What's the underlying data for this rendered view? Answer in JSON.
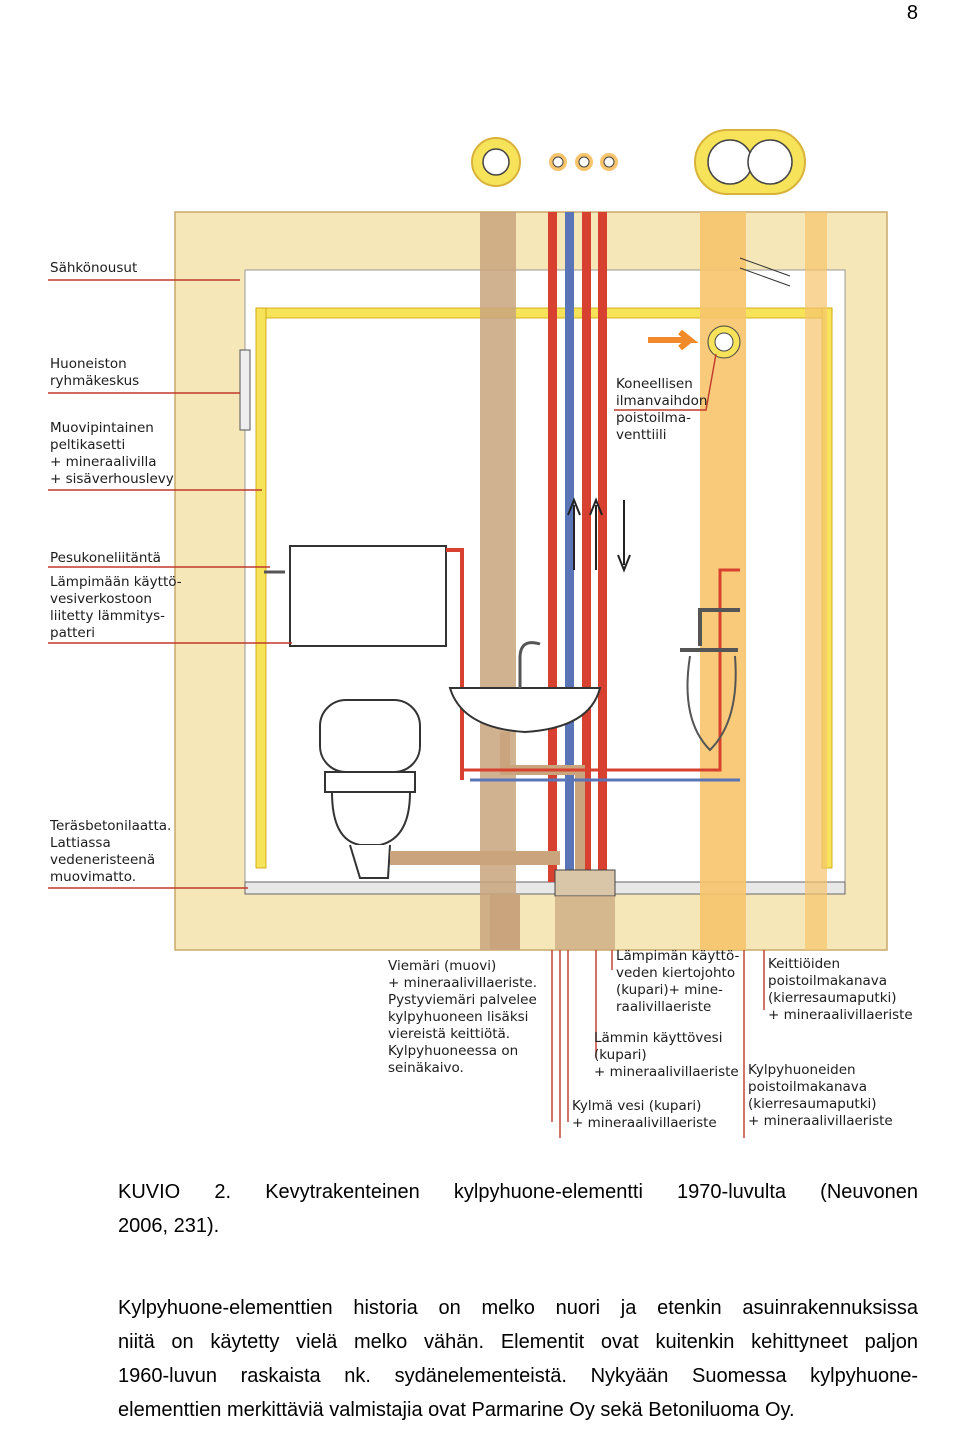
{
  "page_number": "8",
  "figure": {
    "labels": {
      "sahkonousut": "Sähkönousut",
      "ryhmakeskus": "Huoneiston\nryhmäkeskus",
      "peltikasetti": "Muovipintainen\npeltikasetti\n+ mineraalivilla\n+ sisäverhouslevy",
      "pesukone": "Pesukoneliitäntä",
      "lampimaan": "Lämpimään käyttö-\nvesiverkostoon\nliitetty lämmitys-\npatteri",
      "terasbetoni": "Teräsbetonilaatta.\nLattiassa\nvedeneristeenä\nmuovimatto.",
      "koneellisen": "Koneellisen\nilmanvaihdon\npoistoilma-\nventtiili",
      "viemari": "Viemäri (muovi)\n+ mineraalivillaeriste.\nPystyviemäri palvelee\nkylpyhuoneen lisäksi\nviereistä keittiötä.\nKylpyhuoneessa on\nseinäkaivo.",
      "kiertojohto": "Lämpimän käyttö-\nveden kiertojohto\n(kupari)+ mine-\nraalivillaeriste",
      "lammin": "Lämmin käyttövesi\n(kupari)\n+ mineraalivillaeriste",
      "kylma": "Kylmä vesi (kupari)\n+ mineraalivillaeriste",
      "keittio": "Keittiöiden\npoistoilmakanava\n(kierresaumaputki)\n+ mineraalivillaeriste",
      "kylpyhuone_kanava": "Kylpyhuoneiden\npoistoilmakanava\n(kierresaumaputki)\n+ mineraalivillaeriste"
    },
    "colors": {
      "frame": "#f2dca0",
      "yellow_pipe": "#f6e35a",
      "brown": "#c9a47c",
      "red": "#d8412f",
      "blue": "#5a74b8",
      "orange": "#f7c46c",
      "leader": "#c0392b"
    }
  },
  "caption": {
    "line1": "KUVIO 2. Kevytrakenteinen kylpyhuone-elementti 1970-luvulta (Neuvonen",
    "line2": "2006, 231)."
  },
  "paragraph": {
    "lines": [
      "Kylpyhuone-elementtien historia on melko nuori ja etenkin asuinrakennuksissa",
      "niitä on käytetty vielä melko vähän. Elementit ovat kuitenkin kehittyneet paljon",
      "1960-luvun raskaista nk. sydänelementeistä. Nykyään Suomessa kylpyhuone-",
      "elementtien merkittäviä valmistajia ovat Parmarine Oy sekä Betoniluoma Oy."
    ]
  }
}
